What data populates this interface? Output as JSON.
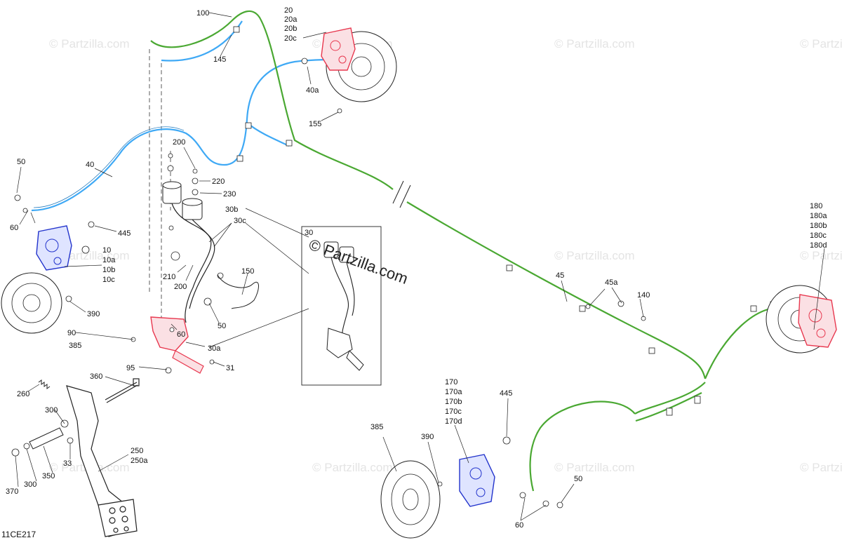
{
  "watermark": {
    "text": "© Partzilla.com"
  },
  "drawing_code": "11CE217",
  "inset": {
    "label": "30"
  },
  "colors": {
    "blue": "#3fa9f5",
    "green": "#4aa832",
    "red": "#e8384f",
    "navy": "#2233cc",
    "ink": "#222222"
  },
  "labels": {
    "l100": "100",
    "l145": "145",
    "l20": "20",
    "l20a": "20a",
    "l20b": "20b",
    "l20c": "20c",
    "l40a": "40a",
    "l155": "155",
    "l50a": "50",
    "l40": "40",
    "l60a": "60",
    "l445a": "445",
    "l10": "10",
    "l10a": "10a",
    "l10b": "10b",
    "l10c": "10c",
    "l200a": "200",
    "l220": "220",
    "l230": "230",
    "l30b": "30b",
    "l30c": "30c",
    "l210": "210",
    "l200b": "200",
    "l150": "150",
    "l390a": "390",
    "l385a": "385",
    "l90": "90",
    "l60b": "60",
    "l50b": "50",
    "l30a": "30a",
    "l95": "95",
    "l31": "31",
    "l360": "360",
    "l260": "260",
    "l300a": "300",
    "l300b": "300",
    "l33": "33",
    "l250": "250",
    "l250a": "250a",
    "l350": "350",
    "l370": "370",
    "l180": "180",
    "l180a": "180a",
    "l180b": "180b",
    "l180c": "180c",
    "l180d": "180d",
    "l45": "45",
    "l45a": "45a",
    "l140": "140",
    "l170": "170",
    "l170a": "170a",
    "l170b": "170b",
    "l170c": "170c",
    "l170d": "170d",
    "l445b": "445",
    "l385b": "385",
    "l390b": "390",
    "l50c": "50",
    "l60c": "60"
  }
}
